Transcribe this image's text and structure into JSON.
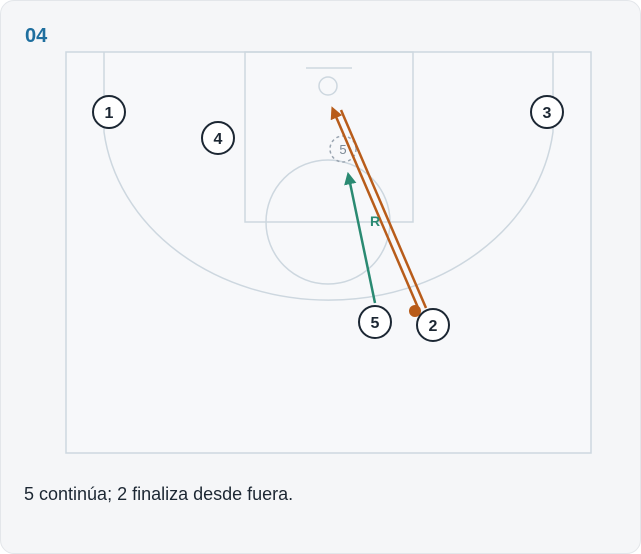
{
  "header": {
    "play_number": "04"
  },
  "caption": "5 continúa; 2 finaliza desde fuera.",
  "players": [
    {
      "id": "p1",
      "label": "1"
    },
    {
      "id": "p2",
      "label": "2"
    },
    {
      "id": "p3",
      "label": "3"
    },
    {
      "id": "p4",
      "label": "4"
    },
    {
      "id": "p5",
      "label": "5"
    }
  ],
  "ghost_player": {
    "label": "5"
  },
  "screen_label": "R",
  "colors": {
    "court_lines": "#cdd7df",
    "player_stroke": "#1c2733",
    "dribble_path": "#b85c1a",
    "cut_path": "#2a8a72",
    "number_accent": "#1f6f9f"
  }
}
